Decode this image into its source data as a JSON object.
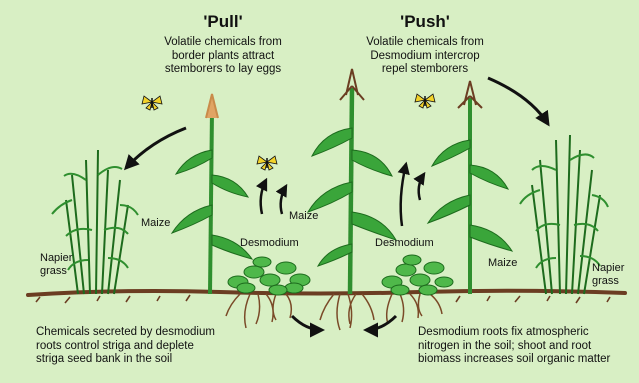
{
  "pull": {
    "title": "'Pull'",
    "lines": [
      "Volatile chemicals from",
      "border plants attract",
      "stemborers to lay eggs"
    ]
  },
  "push": {
    "title": "'Push'",
    "lines": [
      "Volatile chemicals from",
      "Desmodium intercrop",
      "repel stemborers"
    ]
  },
  "labels": {
    "napier_left": [
      "Napier",
      "grass"
    ],
    "napier_right": [
      "Napier",
      "grass"
    ],
    "maize_left": "Maize",
    "maize_center": "Maize",
    "maize_right": "Maize",
    "desmodium_left": "Desmodium",
    "desmodium_right": "Desmodium"
  },
  "notes": {
    "left": [
      "Chemicals secreted by desmodium",
      "roots control striga and deplete",
      "striga seed bank in the soil"
    ],
    "right": [
      "Desmodium roots fix atmospheric",
      "nitrogen in the soil; shoot and root",
      "biomass increases soil organic matter"
    ]
  },
  "colors": {
    "background": "#d8efc4",
    "soil": "#6b3d22",
    "leaf": "#3aa53a",
    "leaf_dark": "#1d6b1d",
    "moth": "#f2d22a"
  }
}
